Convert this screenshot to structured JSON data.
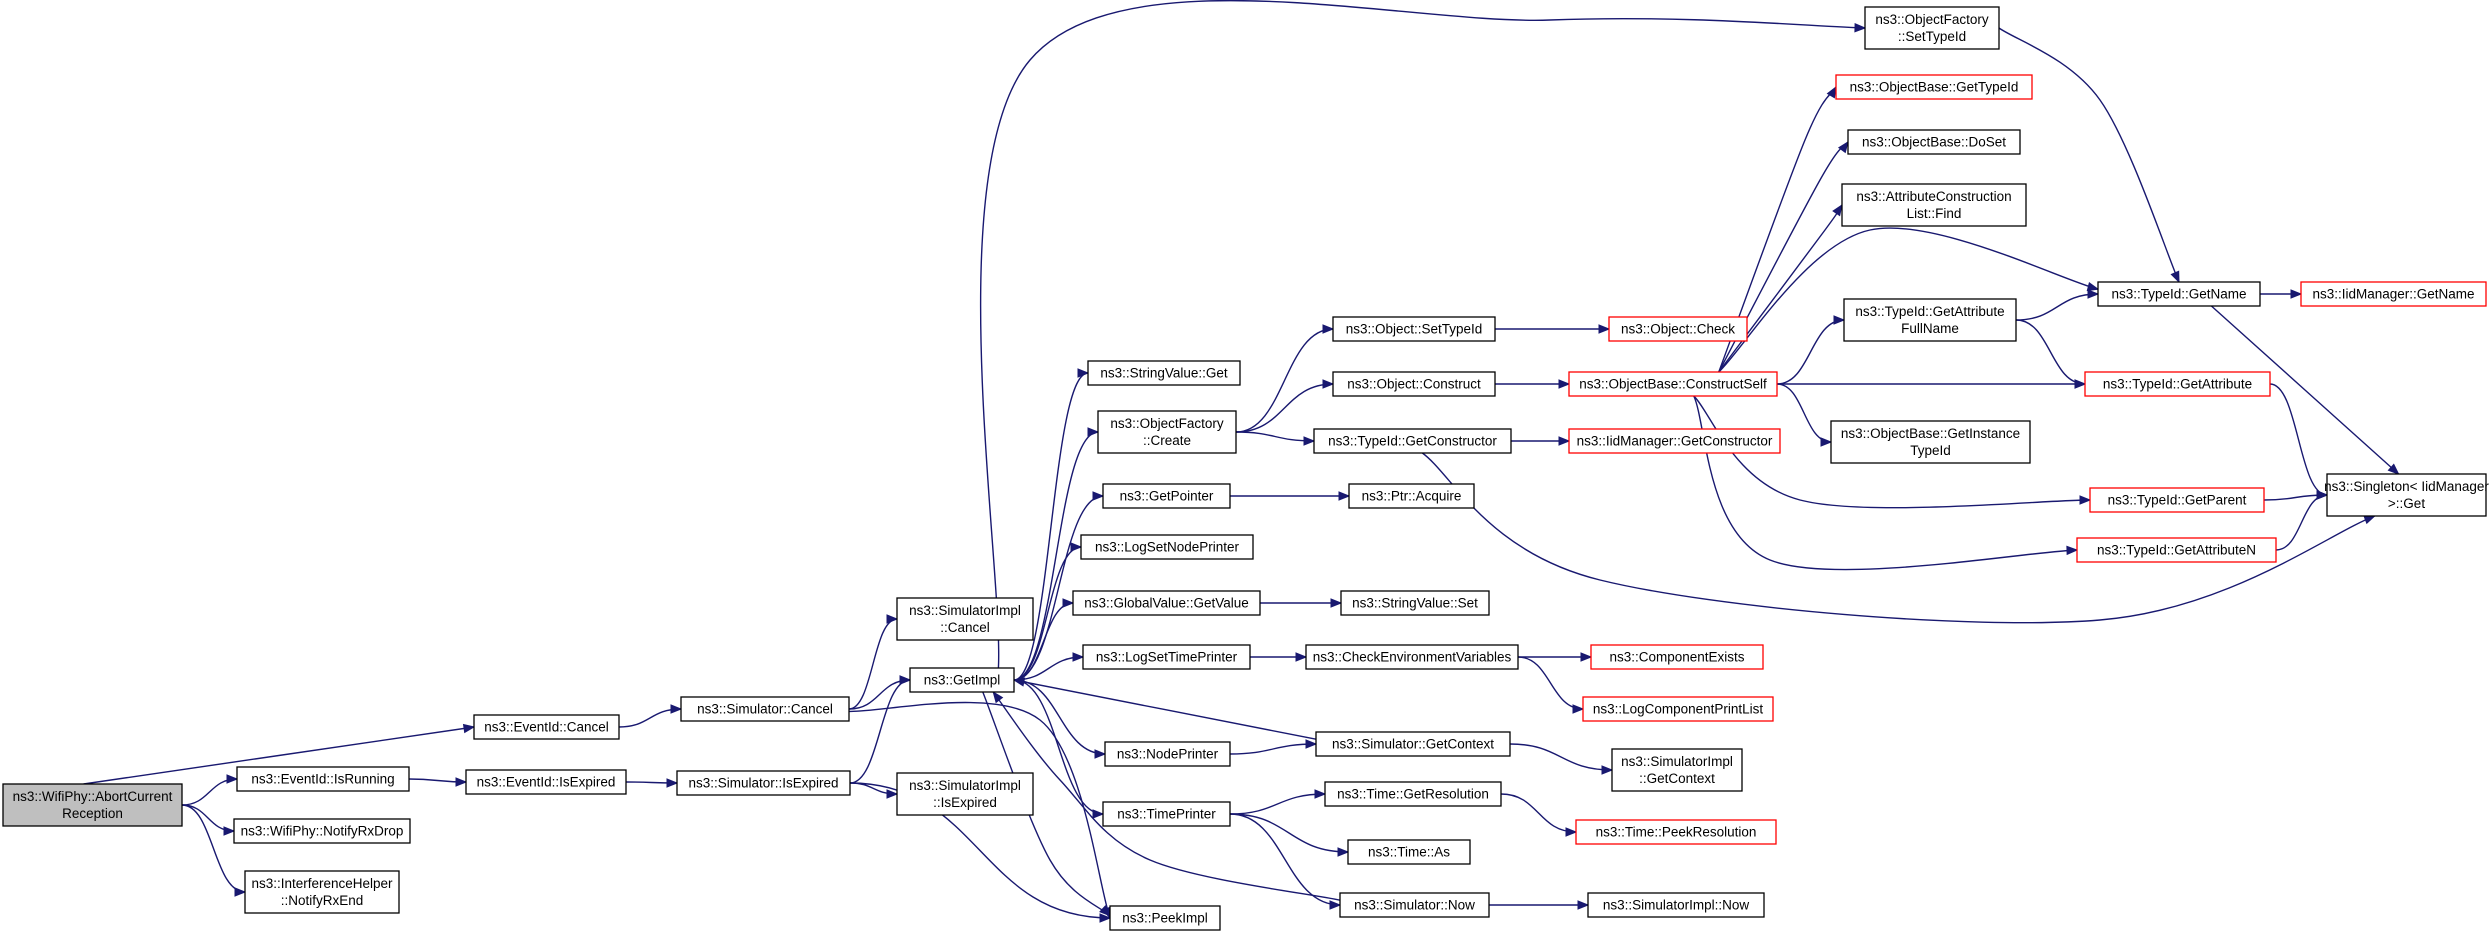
{
  "diagram": {
    "type": "call-graph",
    "nodes": [
      {
        "id": "root",
        "lines": [
          "ns3::WifiPhy::AbortCurrent",
          "Reception"
        ],
        "style": "root"
      },
      {
        "id": "eventid_cancel",
        "lines": [
          "ns3::EventId::Cancel"
        ],
        "style": "normal"
      },
      {
        "id": "eventid_isrunning",
        "lines": [
          "ns3::EventId::IsRunning"
        ],
        "style": "normal"
      },
      {
        "id": "notifyrxdrop",
        "lines": [
          "ns3::WifiPhy::NotifyRxDrop"
        ],
        "style": "normal"
      },
      {
        "id": "notifyrxend",
        "lines": [
          "ns3::InterferenceHelper",
          "::NotifyRxEnd"
        ],
        "style": "normal"
      },
      {
        "id": "eventid_isexpired",
        "lines": [
          "ns3::EventId::IsExpired"
        ],
        "style": "normal"
      },
      {
        "id": "sim_cancel",
        "lines": [
          "ns3::Simulator::Cancel"
        ],
        "style": "normal"
      },
      {
        "id": "sim_isexpired",
        "lines": [
          "ns3::Simulator::IsExpired"
        ],
        "style": "normal"
      },
      {
        "id": "simimpl_cancel",
        "lines": [
          "ns3::SimulatorImpl",
          "::Cancel"
        ],
        "style": "normal"
      },
      {
        "id": "simimpl_isexpired",
        "lines": [
          "ns3::SimulatorImpl",
          "::IsExpired"
        ],
        "style": "normal"
      },
      {
        "id": "getimpl",
        "lines": [
          "ns3::GetImpl"
        ],
        "style": "normal"
      },
      {
        "id": "peekimpl",
        "lines": [
          "ns3::PeekImpl"
        ],
        "style": "normal"
      },
      {
        "id": "stringvalue_get",
        "lines": [
          "ns3::StringValue::Get"
        ],
        "style": "normal"
      },
      {
        "id": "objfactory_create",
        "lines": [
          "ns3::ObjectFactory",
          "::Create"
        ],
        "style": "normal"
      },
      {
        "id": "getpointer",
        "lines": [
          "ns3::GetPointer"
        ],
        "style": "normal"
      },
      {
        "id": "logsetnodeprinter",
        "lines": [
          "ns3::LogSetNodePrinter"
        ],
        "style": "normal"
      },
      {
        "id": "globalvalue_getvalue",
        "lines": [
          "ns3::GlobalValue::GetValue"
        ],
        "style": "normal"
      },
      {
        "id": "logsettimeprinter",
        "lines": [
          "ns3::LogSetTimePrinter"
        ],
        "style": "normal"
      },
      {
        "id": "nodeprinter",
        "lines": [
          "ns3::NodePrinter"
        ],
        "style": "normal"
      },
      {
        "id": "timeprinter",
        "lines": [
          "ns3::TimePrinter"
        ],
        "style": "normal"
      },
      {
        "id": "objfactory_settypeid",
        "lines": [
          "ns3::ObjectFactory",
          "::SetTypeId"
        ],
        "style": "normal"
      },
      {
        "id": "object_settypeid",
        "lines": [
          "ns3::Object::SetTypeId"
        ],
        "style": "normal"
      },
      {
        "id": "object_construct",
        "lines": [
          "ns3::Object::Construct"
        ],
        "style": "normal"
      },
      {
        "id": "typeid_getconstructor",
        "lines": [
          "ns3::TypeId::GetConstructor"
        ],
        "style": "normal"
      },
      {
        "id": "ptr_acquire",
        "lines": [
          "ns3::Ptr::Acquire"
        ],
        "style": "normal"
      },
      {
        "id": "stringvalue_set",
        "lines": [
          "ns3::StringValue::Set"
        ],
        "style": "normal"
      },
      {
        "id": "checkenvvars",
        "lines": [
          "ns3::CheckEnvironmentVariables"
        ],
        "style": "normal"
      },
      {
        "id": "sim_getcontext",
        "lines": [
          "ns3::Simulator::GetContext"
        ],
        "style": "normal"
      },
      {
        "id": "time_getresolution",
        "lines": [
          "ns3::Time::GetResolution"
        ],
        "style": "normal"
      },
      {
        "id": "time_as",
        "lines": [
          "ns3::Time::As"
        ],
        "style": "normal"
      },
      {
        "id": "sim_now",
        "lines": [
          "ns3::Simulator::Now"
        ],
        "style": "normal"
      },
      {
        "id": "object_check",
        "lines": [
          "ns3::Object::Check"
        ],
        "style": "red"
      },
      {
        "id": "objbase_constructself",
        "lines": [
          "ns3::ObjectBase::ConstructSelf"
        ],
        "style": "red"
      },
      {
        "id": "iidmgr_getconstructor",
        "lines": [
          "ns3::IidManager::GetConstructor"
        ],
        "style": "red"
      },
      {
        "id": "componentexists",
        "lines": [
          "ns3::ComponentExists"
        ],
        "style": "red"
      },
      {
        "id": "logcomponentprintlist",
        "lines": [
          "ns3::LogComponentPrintList"
        ],
        "style": "red"
      },
      {
        "id": "simimpl_getcontext",
        "lines": [
          "ns3::SimulatorImpl",
          "::GetContext"
        ],
        "style": "normal"
      },
      {
        "id": "time_peekresolution",
        "lines": [
          "ns3::Time::PeekResolution"
        ],
        "style": "red"
      },
      {
        "id": "simimpl_now",
        "lines": [
          "ns3::SimulatorImpl::Now"
        ],
        "style": "normal"
      },
      {
        "id": "objbase_gettypeid",
        "lines": [
          "ns3::ObjectBase::GetTypeId"
        ],
        "style": "red"
      },
      {
        "id": "objbase_doset",
        "lines": [
          "ns3::ObjectBase::DoSet"
        ],
        "style": "normal"
      },
      {
        "id": "attrconstructionlist_find",
        "lines": [
          "ns3::AttributeConstruction",
          "List::Find"
        ],
        "style": "normal"
      },
      {
        "id": "typeid_getattributefullname",
        "lines": [
          "ns3::TypeId::GetAttribute",
          "FullName"
        ],
        "style": "normal"
      },
      {
        "id": "objbase_getinstancetypeid",
        "lines": [
          "ns3::ObjectBase::GetInstance",
          "TypeId"
        ],
        "style": "normal"
      },
      {
        "id": "typeid_getname",
        "lines": [
          "ns3::TypeId::GetName"
        ],
        "style": "normal"
      },
      {
        "id": "typeid_getattribute",
        "lines": [
          "ns3::TypeId::GetAttribute"
        ],
        "style": "red"
      },
      {
        "id": "typeid_getparent",
        "lines": [
          "ns3::TypeId::GetParent"
        ],
        "style": "red"
      },
      {
        "id": "typeid_getattributen",
        "lines": [
          "ns3::TypeId::GetAttributeN"
        ],
        "style": "red"
      },
      {
        "id": "iidmgr_getname",
        "lines": [
          "ns3::IidManager::GetName"
        ],
        "style": "red"
      },
      {
        "id": "singleton_get",
        "lines": [
          "ns3::Singleton< IidManager",
          " >::Get"
        ],
        "style": "normal"
      }
    ],
    "edges": [
      [
        "root",
        "eventid_cancel"
      ],
      [
        "root",
        "eventid_isrunning"
      ],
      [
        "root",
        "notifyrxdrop"
      ],
      [
        "root",
        "notifyrxend"
      ],
      [
        "eventid_cancel",
        "sim_cancel"
      ],
      [
        "eventid_isrunning",
        "eventid_isexpired"
      ],
      [
        "eventid_isexpired",
        "sim_isexpired"
      ],
      [
        "sim_cancel",
        "simimpl_cancel"
      ],
      [
        "sim_cancel",
        "getimpl"
      ],
      [
        "sim_cancel",
        "peekimpl"
      ],
      [
        "sim_isexpired",
        "getimpl"
      ],
      [
        "sim_isexpired",
        "simimpl_isexpired"
      ],
      [
        "sim_isexpired",
        "peekimpl"
      ],
      [
        "getimpl",
        "objfactory_settypeid"
      ],
      [
        "getimpl",
        "stringvalue_get"
      ],
      [
        "getimpl",
        "objfactory_create"
      ],
      [
        "getimpl",
        "getpointer"
      ],
      [
        "getimpl",
        "logsetnodeprinter"
      ],
      [
        "getimpl",
        "globalvalue_getvalue"
      ],
      [
        "getimpl",
        "logsettimeprinter"
      ],
      [
        "getimpl",
        "nodeprinter"
      ],
      [
        "getimpl",
        "timeprinter"
      ],
      [
        "getimpl",
        "peekimpl"
      ],
      [
        "objfactory_create",
        "object_settypeid"
      ],
      [
        "objfactory_create",
        "object_construct"
      ],
      [
        "objfactory_create",
        "typeid_getconstructor"
      ],
      [
        "getpointer",
        "ptr_acquire"
      ],
      [
        "globalvalue_getvalue",
        "stringvalue_set"
      ],
      [
        "logsettimeprinter",
        "checkenvvars"
      ],
      [
        "nodeprinter",
        "sim_getcontext"
      ],
      [
        "sim_getcontext",
        "getimpl"
      ],
      [
        "sim_getcontext",
        "simimpl_getcontext"
      ],
      [
        "timeprinter",
        "time_getresolution"
      ],
      [
        "timeprinter",
        "time_as"
      ],
      [
        "timeprinter",
        "sim_now"
      ],
      [
        "sim_now",
        "getimpl"
      ],
      [
        "sim_now",
        "simimpl_now"
      ],
      [
        "object_settypeid",
        "object_check"
      ],
      [
        "object_construct",
        "objbase_constructself"
      ],
      [
        "typeid_getconstructor",
        "iidmgr_getconstructor"
      ],
      [
        "typeid_getconstructor",
        "singleton_get"
      ],
      [
        "checkenvvars",
        "componentexists"
      ],
      [
        "checkenvvars",
        "logcomponentprintlist"
      ],
      [
        "time_getresolution",
        "time_peekresolution"
      ],
      [
        "objbase_constructself",
        "objbase_gettypeid"
      ],
      [
        "objbase_constructself",
        "objbase_doset"
      ],
      [
        "objbase_constructself",
        "attrconstructionlist_find"
      ],
      [
        "objbase_constructself",
        "typeid_getattributefullname"
      ],
      [
        "objbase_constructself",
        "objbase_getinstancetypeid"
      ],
      [
        "objbase_constructself",
        "typeid_getname"
      ],
      [
        "objbase_constructself",
        "typeid_getattribute"
      ],
      [
        "objbase_constructself",
        "typeid_getparent"
      ],
      [
        "objbase_constructself",
        "typeid_getattributen"
      ],
      [
        "typeid_getattributefullname",
        "typeid_getname"
      ],
      [
        "typeid_getattributefullname",
        "typeid_getattribute"
      ],
      [
        "objfactory_settypeid",
        "typeid_getname"
      ],
      [
        "typeid_getname",
        "iidmgr_getname"
      ],
      [
        "typeid_getname",
        "singleton_get"
      ],
      [
        "typeid_getattribute",
        "singleton_get"
      ],
      [
        "typeid_getparent",
        "singleton_get"
      ],
      [
        "typeid_getattributen",
        "singleton_get"
      ]
    ],
    "colors": {
      "edge": "#191970",
      "root_fill": "#bfbfbf",
      "red_border": "#ff0000",
      "node_border": "#000000"
    }
  }
}
